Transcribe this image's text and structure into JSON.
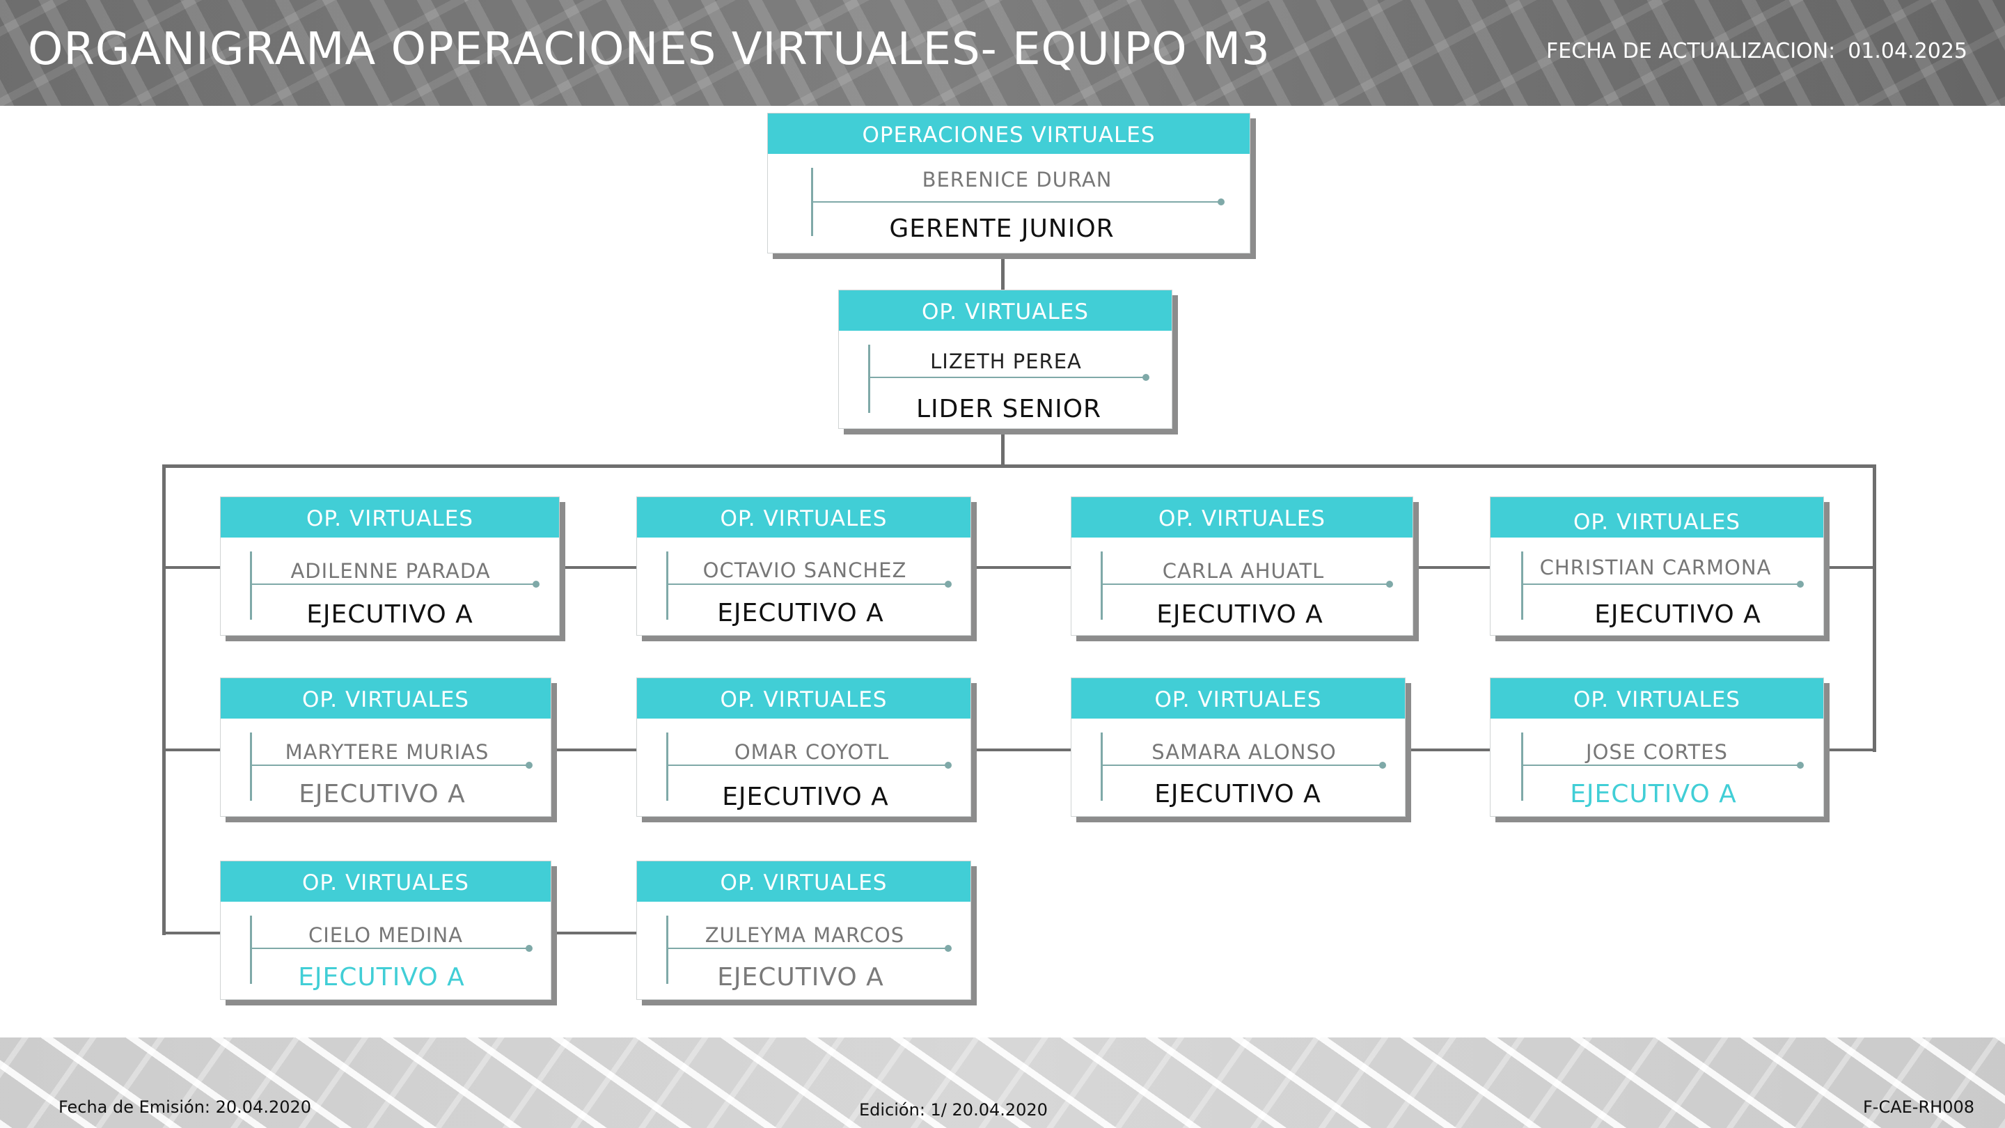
{
  "header": {
    "title": "ORGANIGRAMA OPERACIONES VIRTUALES-  EQUIPO M3",
    "update_label": "FECHA DE ACTUALIZACION:",
    "update_date": "01.04.2025"
  },
  "top": {
    "area": "OPERACIONES VIRTUALES",
    "name": "BERENICE DURAN",
    "role": "GERENTE JUNIOR"
  },
  "lead": {
    "area": "OP. VIRTUALES",
    "name": "LIZETH PEREA",
    "role": "LIDER SENIOR"
  },
  "executives": [
    {
      "area": "OP. VIRTUALES",
      "name": "ADILENNE PARADA",
      "role": "EJECUTIVO A"
    },
    {
      "area": "OP. VIRTUALES",
      "name": "OCTAVIO SANCHEZ",
      "role": "EJECUTIVO A"
    },
    {
      "area": "OP. VIRTUALES",
      "name": "CARLA AHUATL",
      "role": "EJECUTIVO A"
    },
    {
      "area": "OP. VIRTUALES",
      "name": "CHRISTIAN CARMONA",
      "role": "EJECUTIVO A"
    },
    {
      "area": "OP. VIRTUALES",
      "name": "MARYTERE MURIAS",
      "role": "EJECUTIVO A"
    },
    {
      "area": "OP. VIRTUALES",
      "name": "OMAR COYOTL",
      "role": "EJECUTIVO A"
    },
    {
      "area": "OP. VIRTUALES",
      "name": "SAMARA ALONSO",
      "role": "EJECUTIVO A"
    },
    {
      "area": "OP. VIRTUALES",
      "name": "JOSE CORTES",
      "role": "EJECUTIVO A"
    },
    {
      "area": "OP. VIRTUALES",
      "name": "CIELO MEDINA",
      "role": "EJECUTIVO A"
    },
    {
      "area": "OP. VIRTUALES",
      "name": "ZULEYMA MARCOS",
      "role": "EJECUTIVO A"
    }
  ],
  "footer": {
    "emision": "Fecha de Emisión: 20.04.2020",
    "edicion": "Edición: 1/ 20.04.2020",
    "code": "F-CAE-RH008"
  },
  "colors": {
    "accent": "#41ced6",
    "line": "#6e6e6e",
    "shadow": "#8c8c8c"
  }
}
